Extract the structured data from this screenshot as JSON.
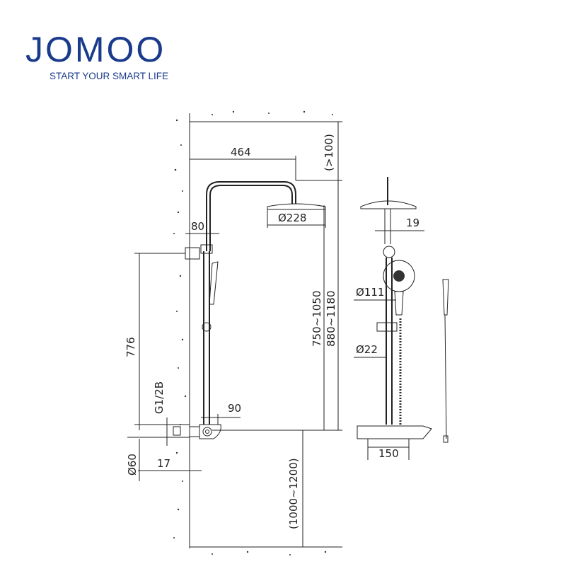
{
  "brand": {
    "name": "JOMOO",
    "tagline": "START YOUR SMART LIFE",
    "color": "#1a3a8c"
  },
  "dimensions": {
    "arm_length": "464",
    "ceiling_clearance": "(>100)",
    "head_diameter": "Ø228",
    "wall_offset": "80",
    "rail_height": "776",
    "adjust_range_1": "750~1050",
    "adjust_range_2": "880~1180",
    "thread": "G1/2B",
    "mixer_depth": "90",
    "flange_diameter": "Ø60",
    "flange_offset": "17",
    "install_height": "(1000~1200)",
    "side_offset": "19",
    "hand_shower_diameter": "Ø111",
    "rail_diameter": "Ø22",
    "mixer_width": "150"
  }
}
